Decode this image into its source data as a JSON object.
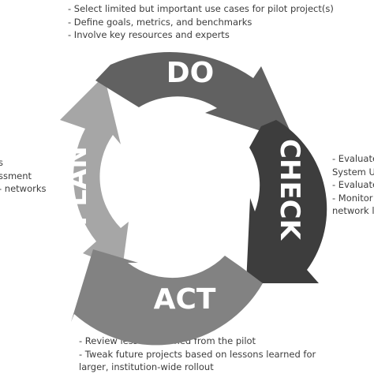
{
  "stages": {
    "do": "DO",
    "check": "CHECK",
    "act": "ACT",
    "plan": "PLAN"
  },
  "notes": {
    "do": [
      "- Select limited but important use cases for pilot project(s)",
      "- Define goals, metrics, and benchmarks",
      "- Involve key resources and experts"
    ],
    "plan": [
      "s",
      "ssment",
      "- networks"
    ],
    "check": [
      "- Evaluate",
      "System Us",
      "- Evaluate",
      "- Monitor",
      "network le"
    ],
    "act": [
      "- Review lessons learned from the pilot",
      "- Tweak future projects based on lessons learned for",
      "larger, institution-wide rollout"
    ]
  },
  "colors": {
    "do": "#616161",
    "check": "#3d3d3d",
    "act": "#828282",
    "plan": "#a6a6a6",
    "text": "#3c3c3c"
  }
}
